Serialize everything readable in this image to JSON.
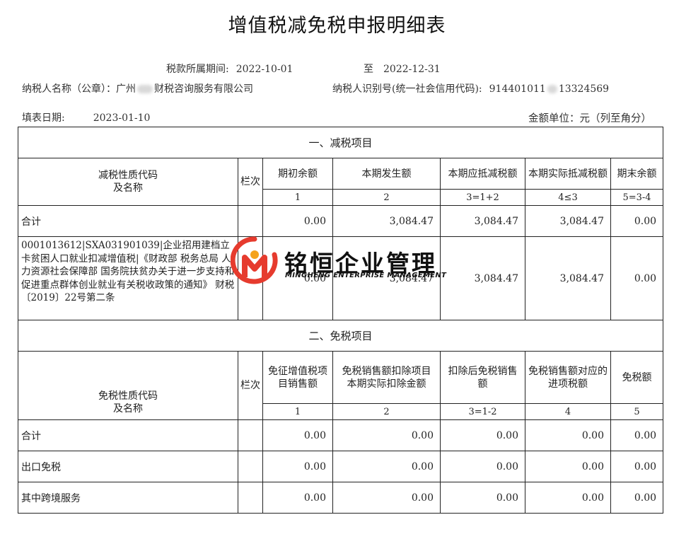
{
  "title": "增值税减免税申报明细表",
  "period": {
    "label": "税款所属期间:",
    "start": "2022-10-01",
    "to": "至",
    "end": "2022-12-31"
  },
  "taxpayer": {
    "name_label": "纳税人名称（公章）：",
    "name_prefix": "广州",
    "name_suffix": "财税咨询服务有限公司",
    "id_label": "纳税人识别号(统一社会信用代码):",
    "id_prefix": "914401011",
    "id_suffix": "13324569"
  },
  "fill_date": {
    "label": "填表日期:",
    "value": "2023-01-10"
  },
  "unit": "金额单位：元（列至角分）",
  "reduction": {
    "section_title": "一、减税项目",
    "name_header": "减税性质代码\n及名称",
    "line_header": "栏次",
    "columns": [
      "期初余额",
      "本期发生额",
      "本期应抵减税额",
      "本期实际抵减税额",
      "期末余额"
    ],
    "column_numbers": [
      "1",
      "2",
      "3=1+2",
      "4≤3",
      "5=3-4"
    ],
    "rows": [
      {
        "name": "合计",
        "values": [
          "0.00",
          "3,084.47",
          "3,084.47",
          "3,084.47",
          "0.00"
        ]
      },
      {
        "name": "0001013612|SXA031901039|企业招用建档立卡贫困人口就业扣减增值税|《财政部 税务总局 人力资源社会保障部 国务院扶贫办关于进一步支持和促进重点群体创业就业有关税收政策的通知》 财税〔2019〕22号第二条",
        "values": [
          "0.00",
          "3,084.47",
          "3,084.47",
          "3,084.47",
          "0.00"
        ]
      }
    ]
  },
  "exemption": {
    "section_title": "二、免税项目",
    "name_header": "免税性质代码\n及名称",
    "line_header": "栏次",
    "columns": [
      "免征增值税项目销售额",
      "免税销售额扣除项目\n本期实际扣除金额",
      "扣除后免税销售额",
      "免税销售额对应的进项税额",
      "免税额"
    ],
    "column_numbers": [
      "1",
      "2",
      "3=1-2",
      "4",
      "5"
    ],
    "rows": [
      {
        "name": "合计",
        "values": [
          "0.00",
          "0.00",
          "0.00",
          "0.00",
          "0.00"
        ]
      },
      {
        "name": "出口免税",
        "values": [
          "0.00",
          "0.00",
          "0.00",
          "0.00",
          "0.00"
        ]
      },
      {
        "name": "其中跨境服务",
        "values": [
          "0.00",
          "0.00",
          "0.00",
          "0.00",
          "0.00"
        ]
      }
    ]
  },
  "watermark": {
    "brand": "铭恒企业管理",
    "sub": "MINGHENG ENTERPRISE MANAGEMENT",
    "logo_colors": [
      "#e63b2e",
      "#f5a21b"
    ]
  }
}
